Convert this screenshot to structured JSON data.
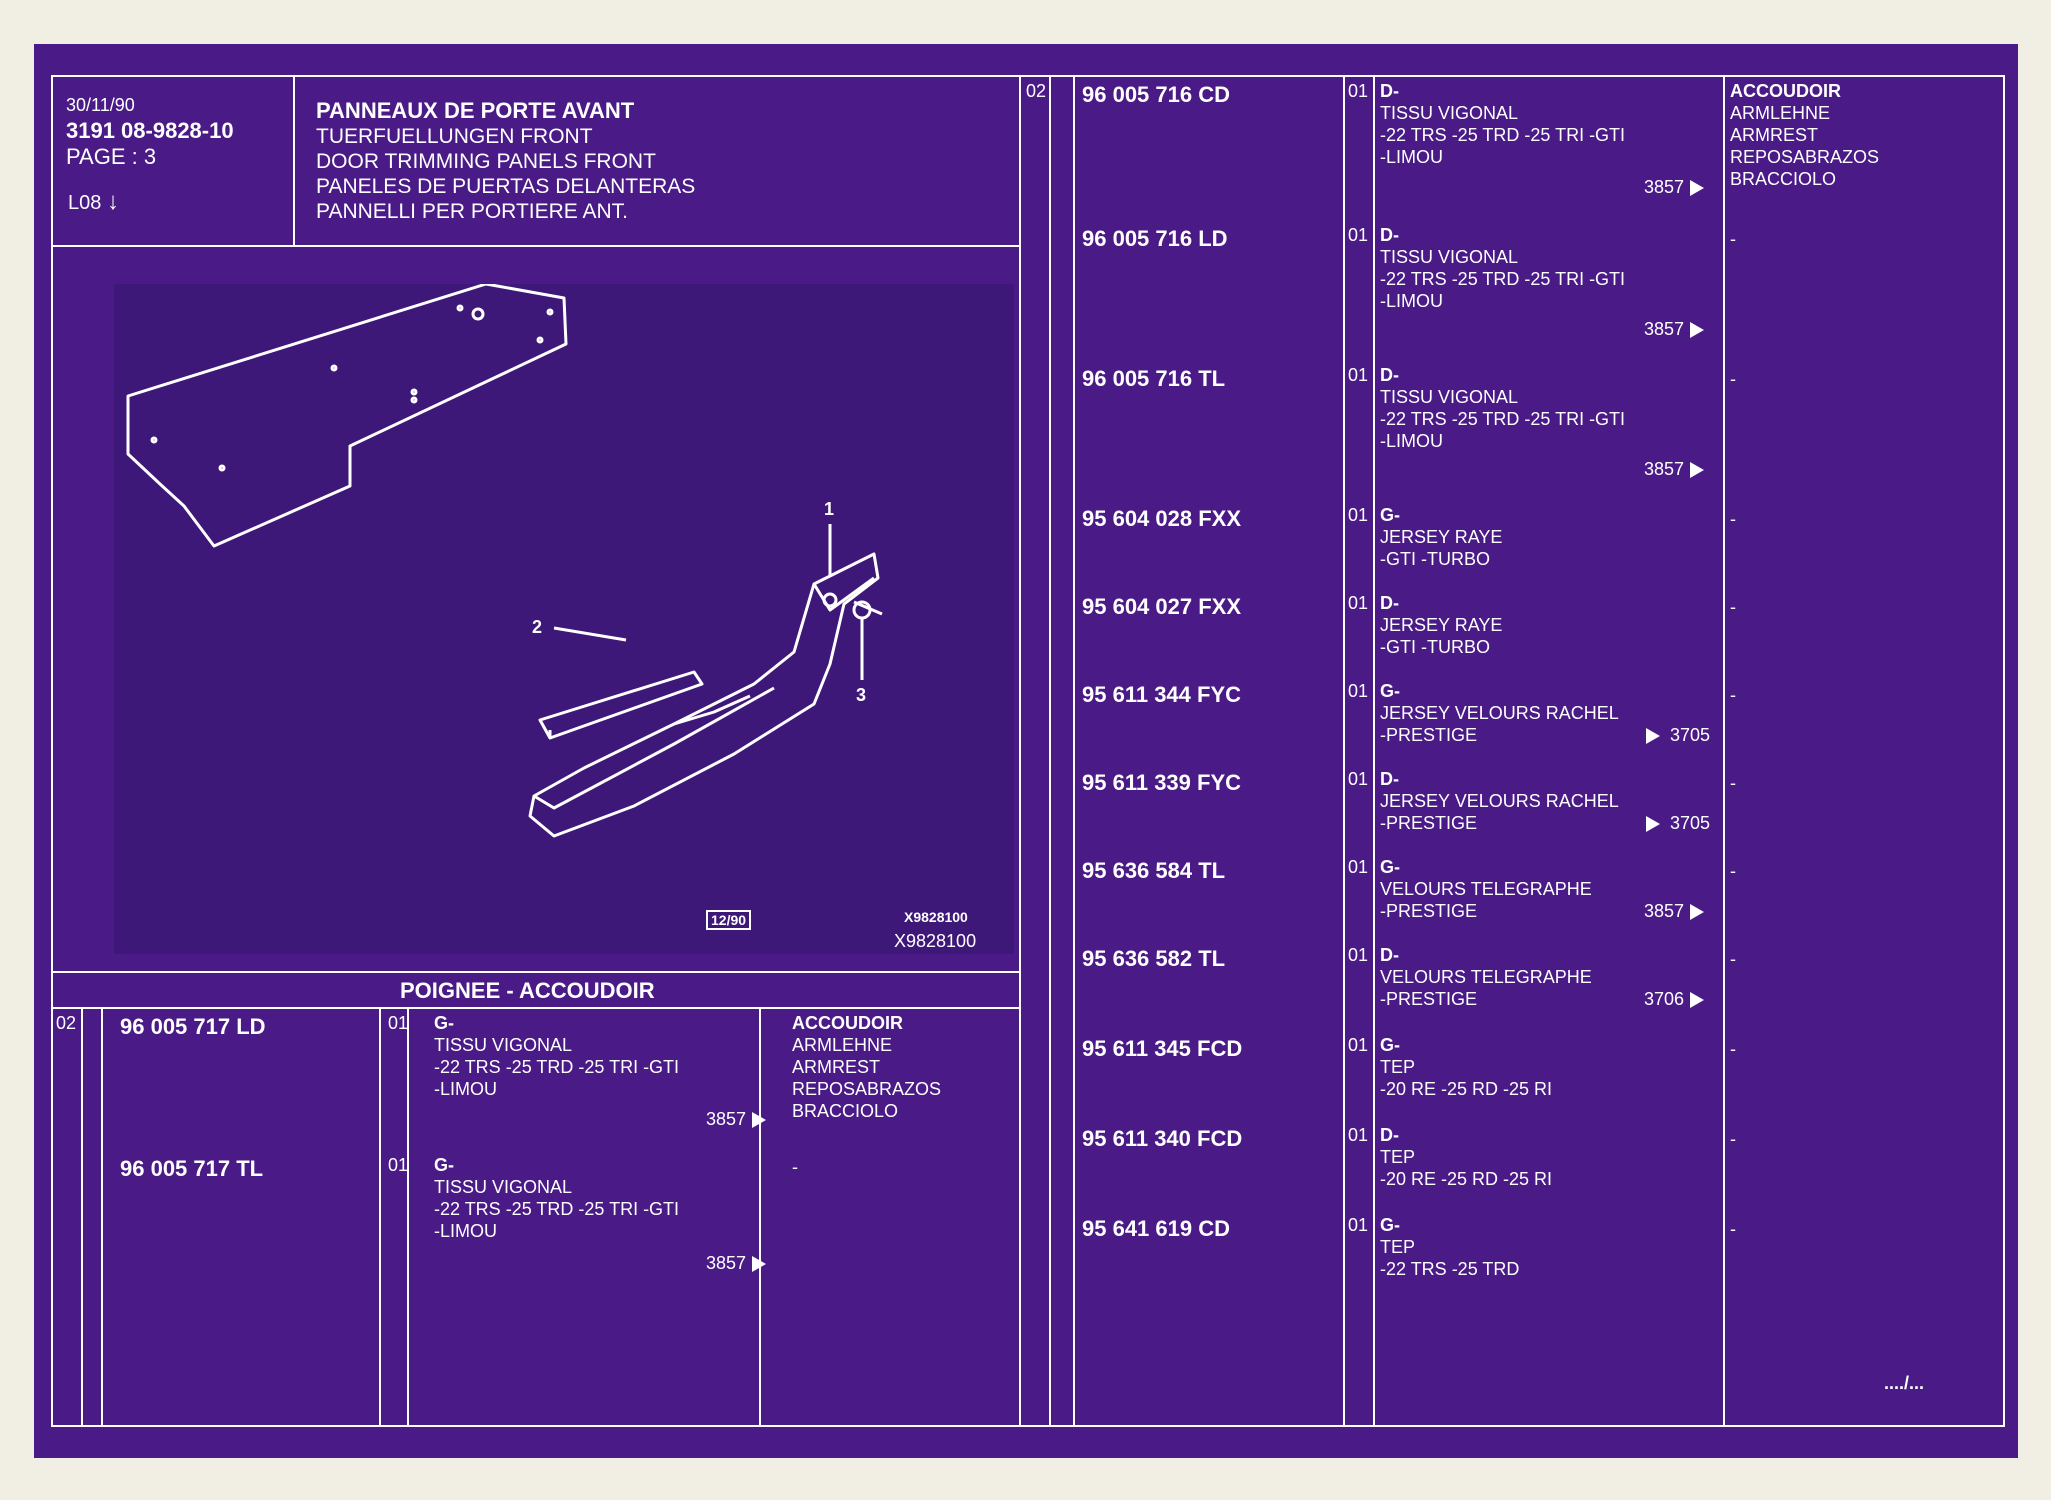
{
  "header": {
    "date": "30/11/90",
    "ref": "3191  08-9828-10",
    "page": "PAGE : 3",
    "code": "L08"
  },
  "title": {
    "fr": "PANNEAUX DE PORTE AVANT",
    "de": "TUERFUELLUNGEN FRONT",
    "en": "DOOR TRIMMING PANELS FRONT",
    "es": "PANELES DE PUERTAS DELANTERAS",
    "it": "PANNELLI PER PORTIERE ANT."
  },
  "diagram": {
    "callouts": [
      "1",
      "2",
      "3"
    ],
    "date_box": "12/90",
    "code_inner": "X9828100",
    "code_outer": "X9828100"
  },
  "left_section": {
    "heading": "POIGNEE - ACCOUDOIR",
    "group": "02",
    "items": [
      {
        "part": "96 005 717 LD",
        "qty": "01",
        "side": "G-",
        "desc1": "TISSU VIGONAL",
        "desc2": "-22 TRS -25 TRD -25 TRI -GTI",
        "desc3": "-LIMOU",
        "ref": "3857"
      },
      {
        "part": "96 005 717 TL",
        "qty": "01",
        "side": "G-",
        "desc1": "TISSU VIGONAL",
        "desc2": "-22 TRS -25 TRD -25 TRI -GTI",
        "desc3": "-LIMOU",
        "ref": "3857"
      }
    ],
    "names": [
      "ACCOUDOIR",
      "ARMLEHNE",
      "ARMREST",
      "REPOSABRAZOS",
      "BRACCIOLO"
    ],
    "dash": "-"
  },
  "right_section": {
    "group": "02",
    "names": [
      "ACCOUDOIR",
      "ARMLEHNE",
      "ARMREST",
      "REPOSABRAZOS",
      "BRACCIOLO"
    ],
    "dash": "-",
    "items": [
      {
        "part": "96 005 716 CD",
        "qty": "01",
        "side": "D-",
        "desc1": "TISSU VIGONAL",
        "desc2": "-22 TRS -25 TRD -25 TRI -GTI",
        "desc3": "-LIMOU",
        "ref": "3857"
      },
      {
        "part": "96 005 716 LD",
        "qty": "01",
        "side": "D-",
        "desc1": "TISSU VIGONAL",
        "desc2": "-22 TRS -25 TRD -25 TRI -GTI",
        "desc3": "-LIMOU",
        "ref": "3857"
      },
      {
        "part": "96 005 716 TL",
        "qty": "01",
        "side": "D-",
        "desc1": "TISSU VIGONAL",
        "desc2": "-22 TRS -25 TRD -25 TRI -GTI",
        "desc3": "-LIMOU",
        "ref": "3857"
      },
      {
        "part": "95 604 028 FXX",
        "qty": "01",
        "side": "G-",
        "desc1": "JERSEY RAYE",
        "desc2": "-GTI -TURBO"
      },
      {
        "part": "95 604 027 FXX",
        "qty": "01",
        "side": "D-",
        "desc1": "JERSEY RAYE",
        "desc2": "-GTI -TURBO"
      },
      {
        "part": "95 611 344 FYC",
        "qty": "01",
        "side": "G-",
        "desc1": "JERSEY VELOURS RACHEL",
        "desc2": "-PRESTIGE",
        "ref": "3705"
      },
      {
        "part": "95 611 339 FYC",
        "qty": "01",
        "side": "D-",
        "desc1": "JERSEY VELOURS RACHEL",
        "desc2": "-PRESTIGE",
        "ref": "3705"
      },
      {
        "part": "95 636 584 TL",
        "qty": "01",
        "side": "G-",
        "desc1": "VELOURS TELEGRAPHE",
        "desc2": "-PRESTIGE",
        "ref": "3857"
      },
      {
        "part": "95 636 582 TL",
        "qty": "01",
        "side": "D-",
        "desc1": "VELOURS TELEGRAPHE",
        "desc2": "-PRESTIGE",
        "ref": "3706"
      },
      {
        "part": "95 611 345 FCD",
        "qty": "01",
        "side": "G-",
        "desc1": "TEP",
        "desc2": "-20 RE -25 RD -25 RI"
      },
      {
        "part": "95 611 340 FCD",
        "qty": "01",
        "side": "D-",
        "desc1": "TEP",
        "desc2": "-20 RE -25 RD -25 RI"
      },
      {
        "part": "95 641 619 CD",
        "qty": "01",
        "side": "G-",
        "desc1": "TEP",
        "desc2": "-22 TRS -25 TRD"
      }
    ],
    "continuation": "..../..."
  }
}
